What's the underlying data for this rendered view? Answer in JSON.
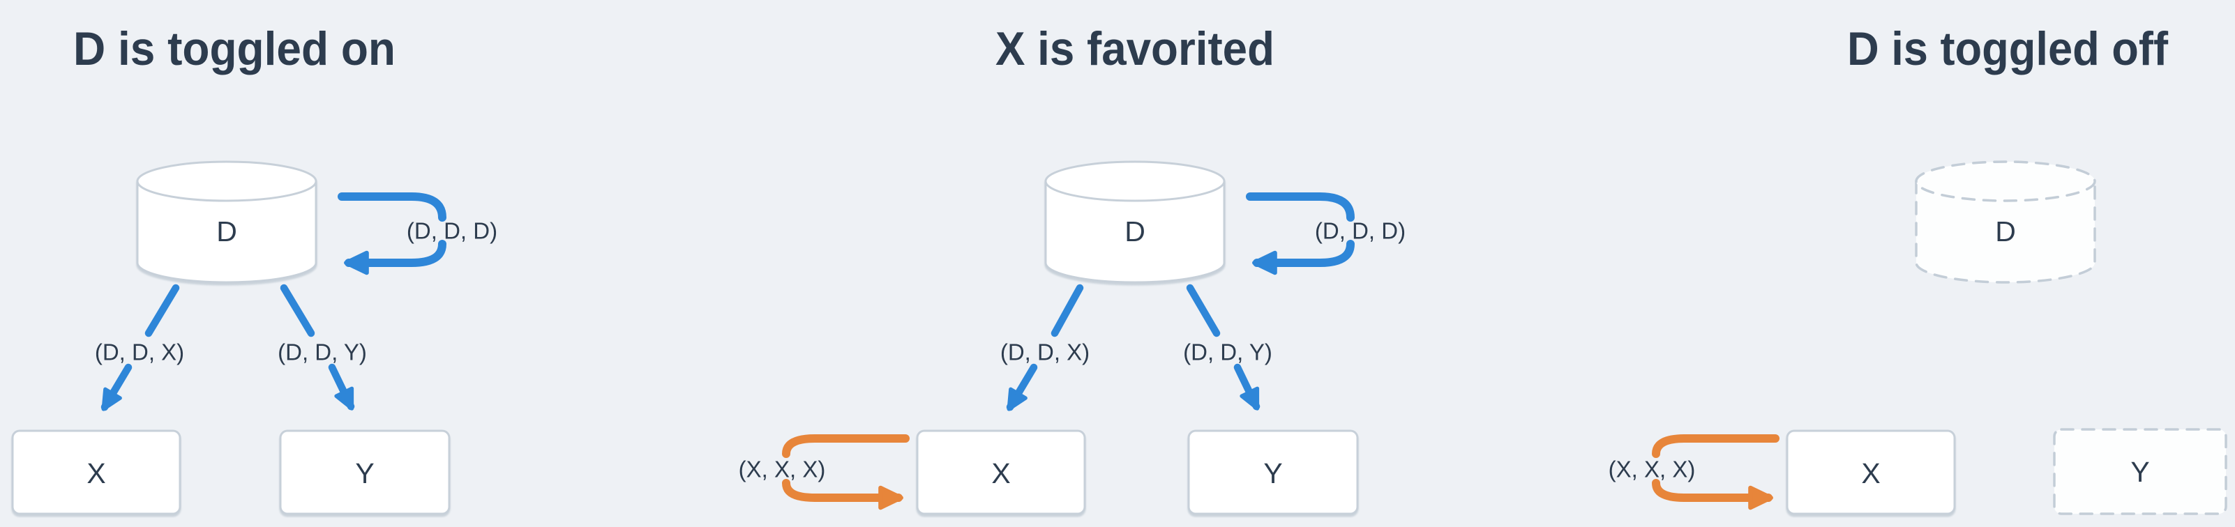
{
  "colors": {
    "background": "#eef1f5",
    "text": "#2d3c4e",
    "edge_blue": "#2e86d8",
    "edge_orange": "#e7853a",
    "node_fill": "#ffffff",
    "node_stroke": "#c7d0d9",
    "dashed_stroke": "#c3cdd7"
  },
  "panels": [
    {
      "title": "D is toggled on",
      "node_d": "D",
      "node_x": "X",
      "node_y": "Y",
      "edge_self_d": "(D, D, D)",
      "edge_d_x": "(D, D, X)",
      "edge_d_y": "(D, D, Y)"
    },
    {
      "title": "X is favorited",
      "node_d": "D",
      "node_x": "X",
      "node_y": "Y",
      "edge_self_d": "(D, D, D)",
      "edge_d_x": "(D, D, X)",
      "edge_d_y": "(D, D, Y)",
      "edge_self_x": "(X, X, X)"
    },
    {
      "title": "D is toggled off",
      "node_d": "D",
      "node_x": "X",
      "node_y": "Y",
      "edge_self_x": "(X, X, X)"
    }
  ]
}
